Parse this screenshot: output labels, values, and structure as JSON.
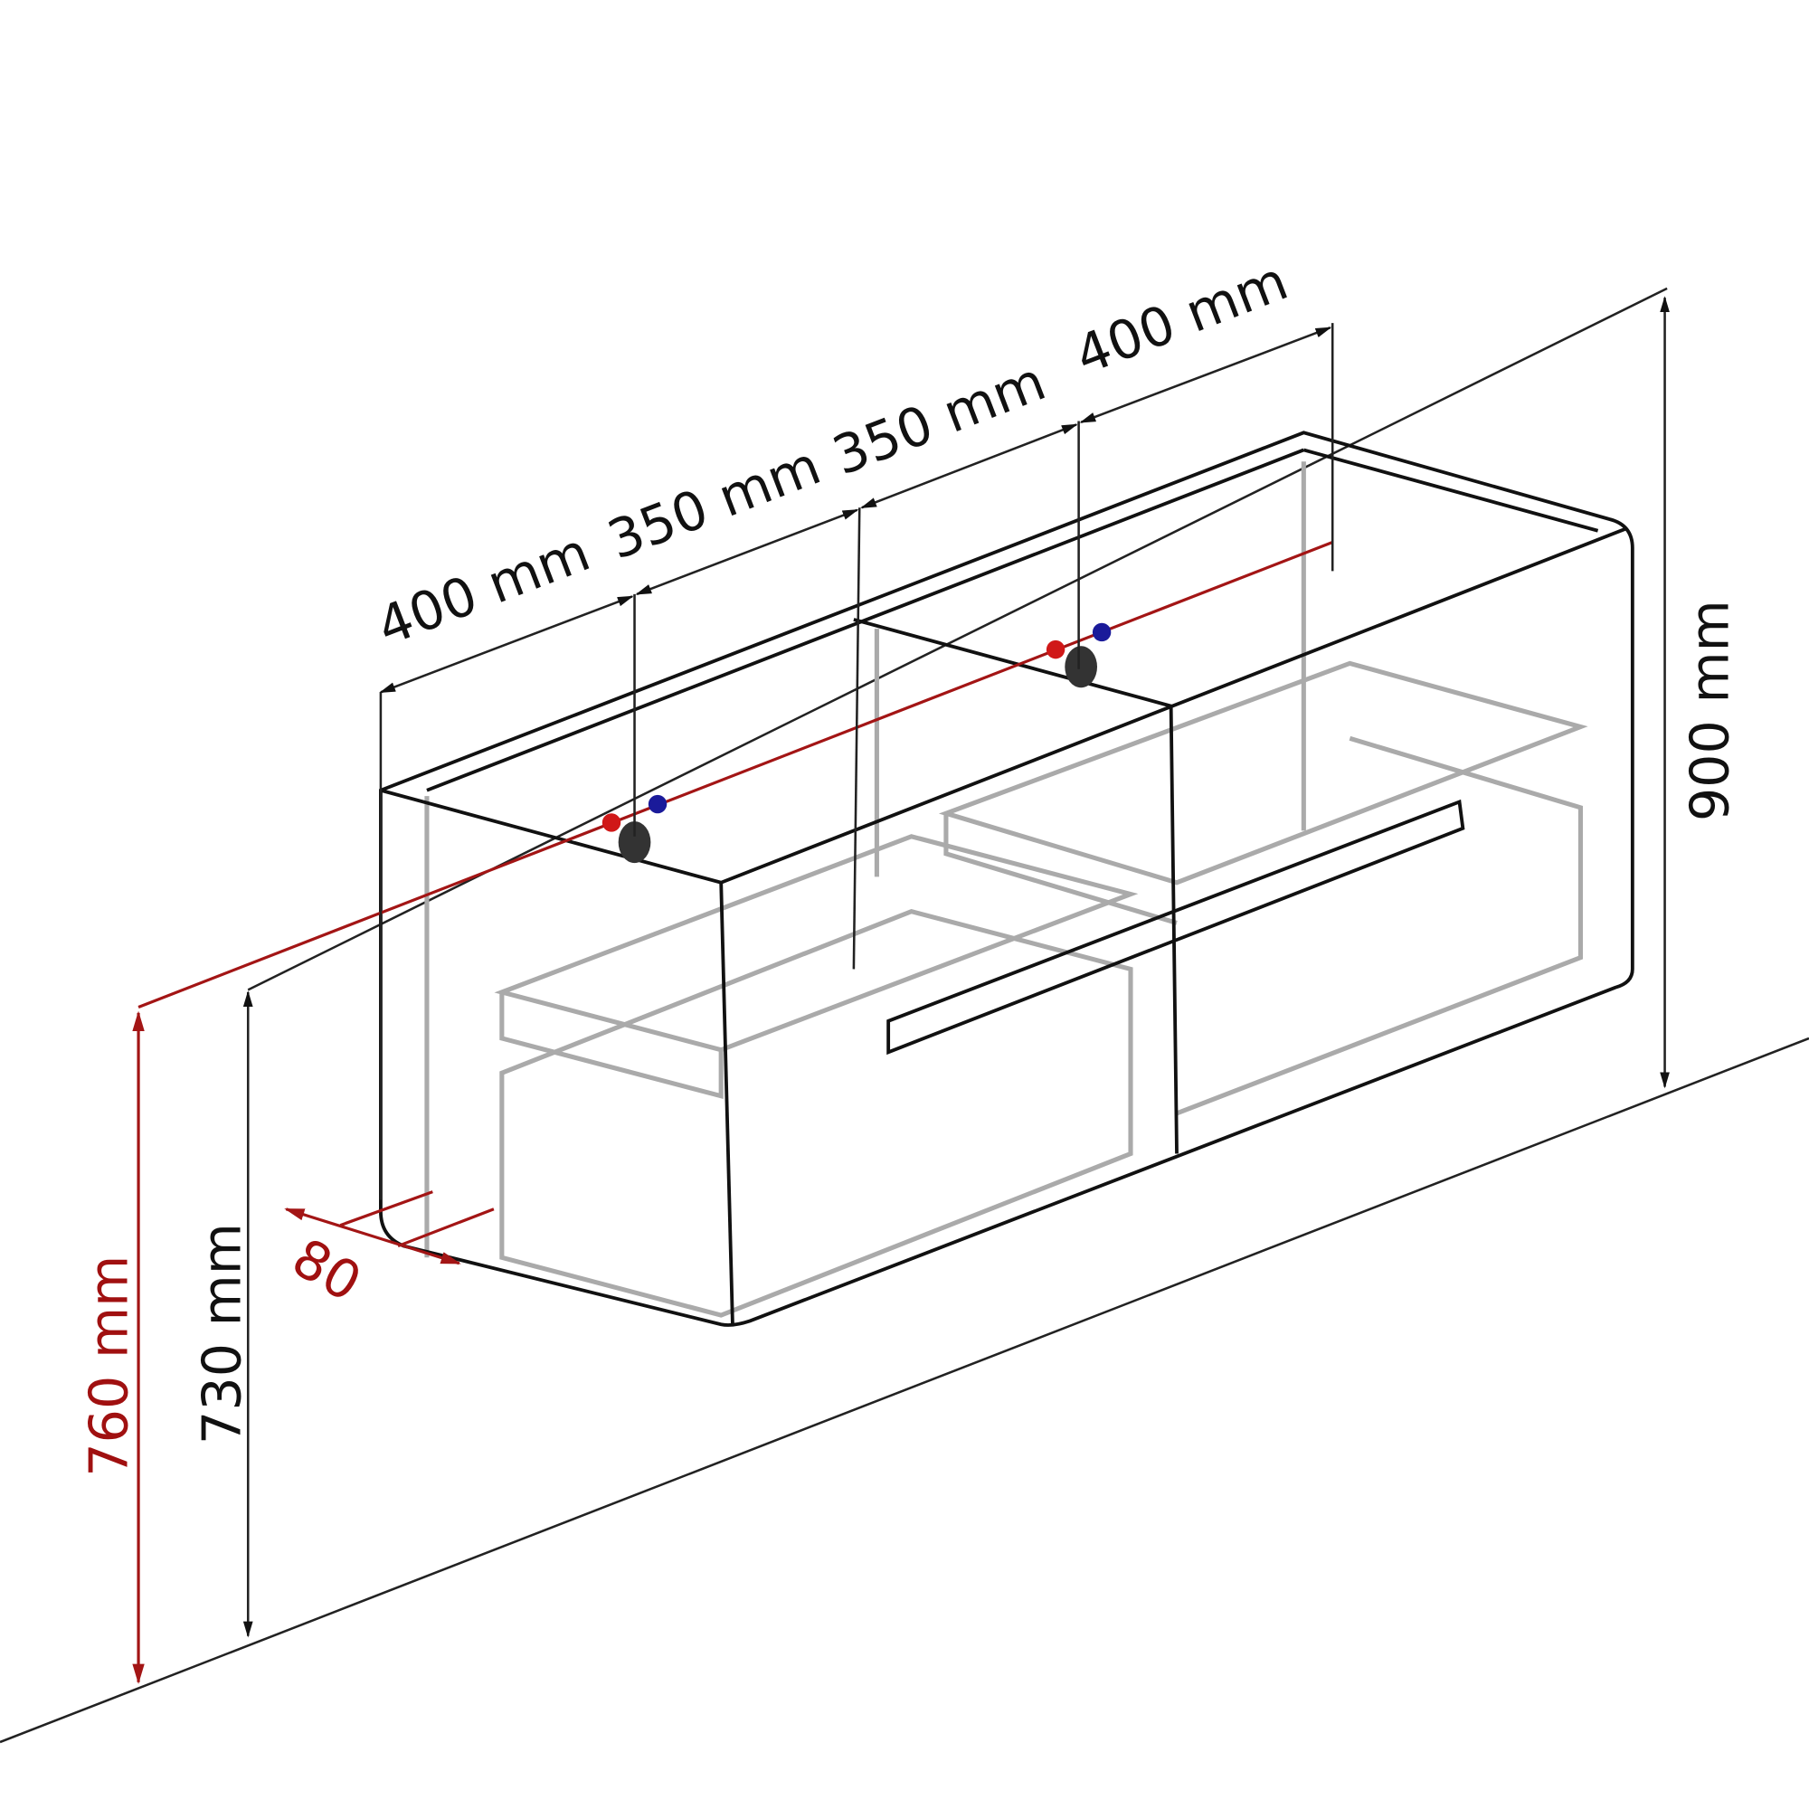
{
  "title": "Wall-hung double vanity cabinet dimension drawing",
  "dimensions": {
    "width_segments": [
      "400 mm",
      "350 mm",
      "350 mm",
      "400 mm"
    ],
    "height": "900 mm",
    "floor_to_bottom": "730 mm",
    "floor_to_pipe": "760 mm",
    "pipe_offset": "80"
  },
  "colors": {
    "line": "#111111",
    "accent": "#a31515",
    "cold": "#1a1a9a",
    "hidden": "#aaaaaa"
  }
}
